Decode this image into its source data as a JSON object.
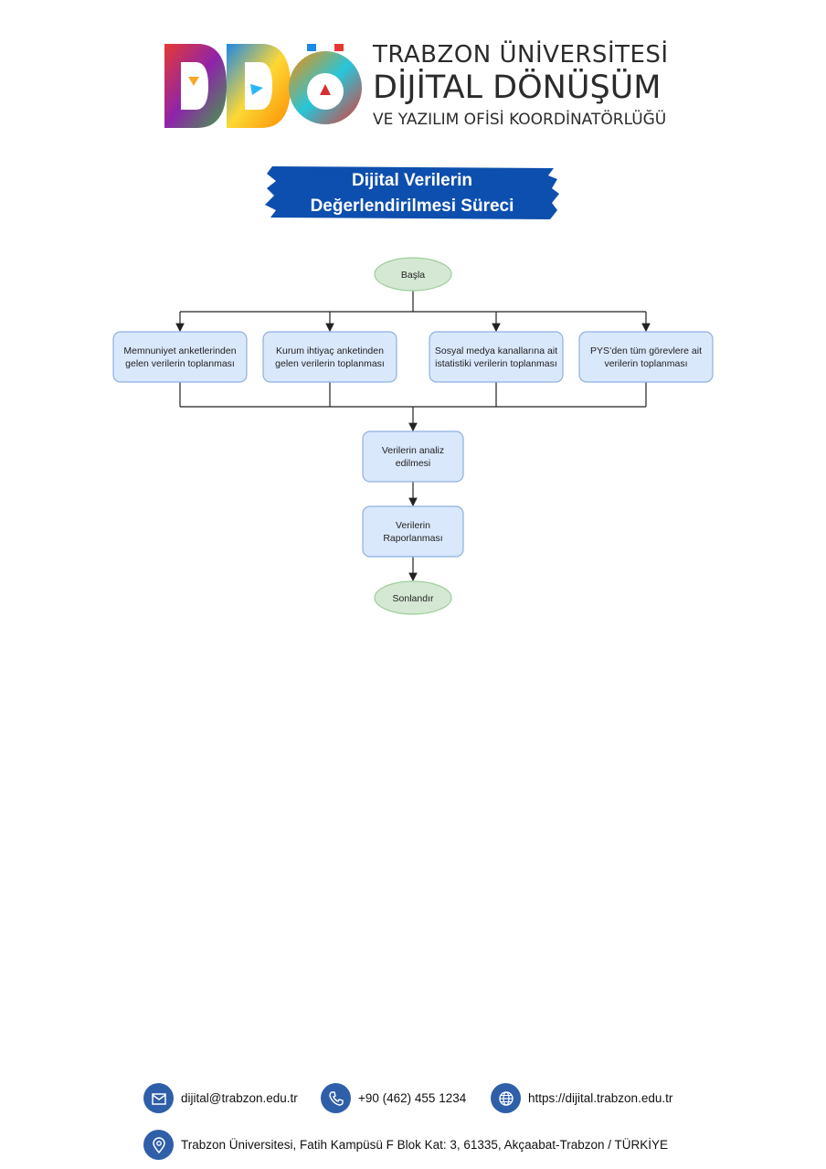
{
  "header": {
    "org_line1": "TRABZON ÜNİVERSİTESİ",
    "org_line2": "DİJİTAL DÖNÜŞÜM",
    "org_line3": "VE YAZILIM OFİSİ KOORDİNATÖRLÜĞÜ",
    "logo_letters": "DDÖ"
  },
  "banner": {
    "line1": "Dijital Verilerin",
    "line2": "Değerlendirilmesi Süreci",
    "color": "#0d4fae"
  },
  "flowchart": {
    "start": "Başla",
    "collect": [
      [
        "Memnuniyet anketlerinden",
        "gelen verilerin toplanması"
      ],
      [
        "Kurum ihtiyaç anketinden",
        "gelen verilerin toplanması"
      ],
      [
        "Sosyal medya kanallarına ait",
        "istatistiki verilerin toplanması"
      ],
      [
        "PYS’den tüm görevlere ait",
        "verilerin toplanması"
      ]
    ],
    "analyze": [
      "Verilerin analiz",
      "edilmesi"
    ],
    "report": [
      "Verilerin",
      "Raporlanması"
    ],
    "end": "Sonlandır",
    "process_fill": "#dae8fc",
    "process_stroke": "#8eb0e0",
    "terminal_fill": "#d5e8d4",
    "terminal_stroke": "#9fcf9a"
  },
  "footer": {
    "email": "dijital@trabzon.edu.tr",
    "phone": "+90 (462) 455 1234",
    "website": "https://dijital.trabzon.edu.tr",
    "address": "Trabzon Üniversitesi, Fatih Kampüsü F Blok Kat: 3, 61335, Akçaabat-Trabzon / TÜRKİYE",
    "icons": [
      "email-icon",
      "phone-icon",
      "globe-icon",
      "location-icon"
    ]
  }
}
